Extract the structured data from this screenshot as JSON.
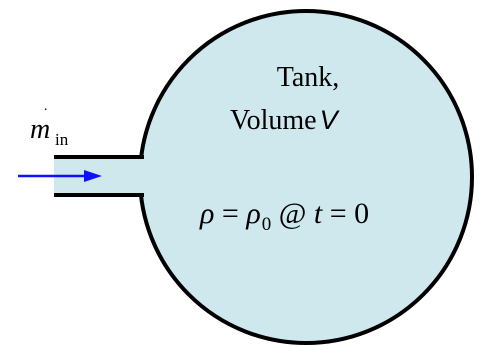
{
  "tank": {
    "title_line1": "Tank,",
    "title_line2": "Volume",
    "volume_symbol": "V"
  },
  "inlet": {
    "mass_flow_symbol": "m",
    "mass_flow_dot": "˙",
    "mass_flow_subscript": "in"
  },
  "initial_condition": {
    "density_symbol": "ρ",
    "equals_1": " = ",
    "initial_density_symbol": "ρ",
    "initial_density_subscript": "0",
    "at_symbol": " @ ",
    "time_symbol": "t",
    "equals_2": " = ",
    "time_value": "0"
  },
  "colors": {
    "tank_fill": "#cfe8ee",
    "outline": "#000000",
    "arrow": "#1010ff",
    "background": "#ffffff"
  }
}
